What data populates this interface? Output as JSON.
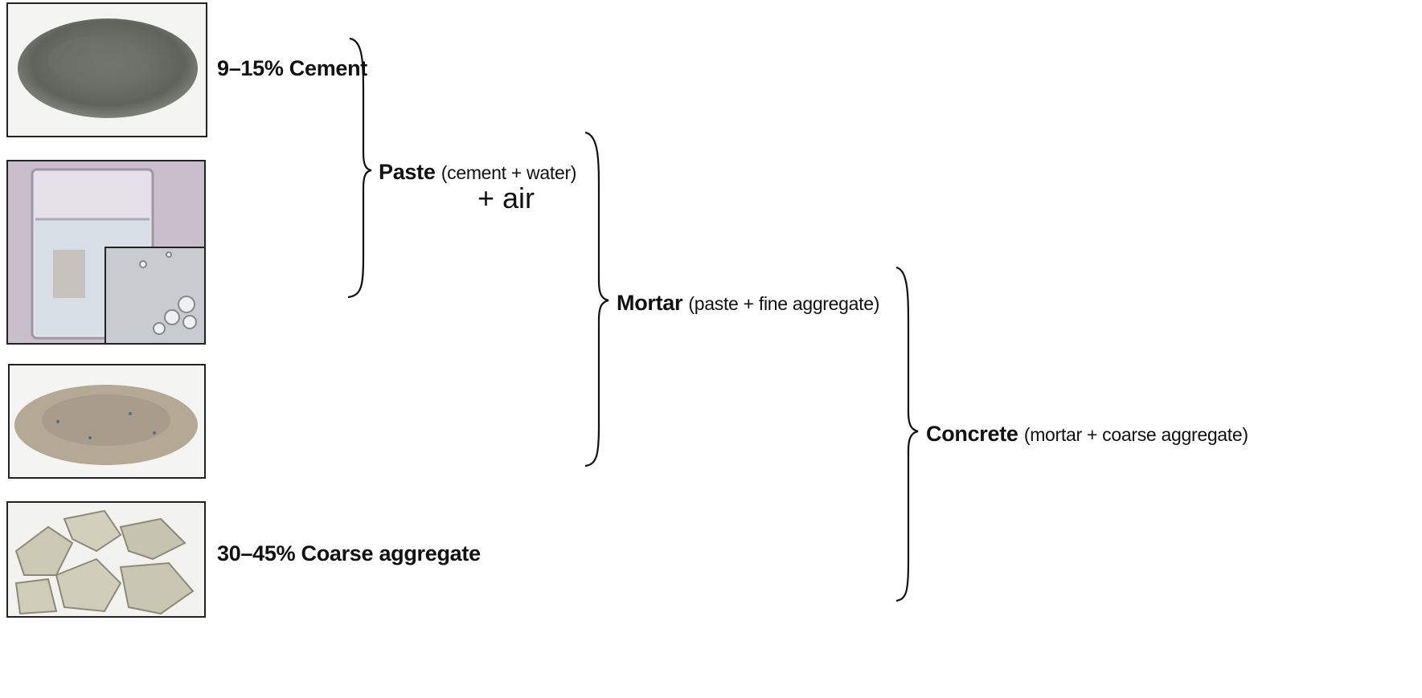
{
  "materials": [
    {
      "name": "cement-photo",
      "label": "9–15% Cement"
    },
    {
      "name": "water-photo",
      "label": ""
    },
    {
      "name": "fine-aggregate-photo",
      "label": ""
    },
    {
      "name": "coarse-aggregate-photo",
      "label": "30–45% Coarse aggregate"
    }
  ],
  "paste": {
    "title": "Paste",
    "detail": "(cement + water)",
    "extra": "+ air"
  },
  "mortar": {
    "title": "Mortar",
    "detail": "(paste + fine aggregate)"
  },
  "concrete": {
    "title": "Concrete",
    "detail": "(mortar + coarse aggregate)"
  }
}
